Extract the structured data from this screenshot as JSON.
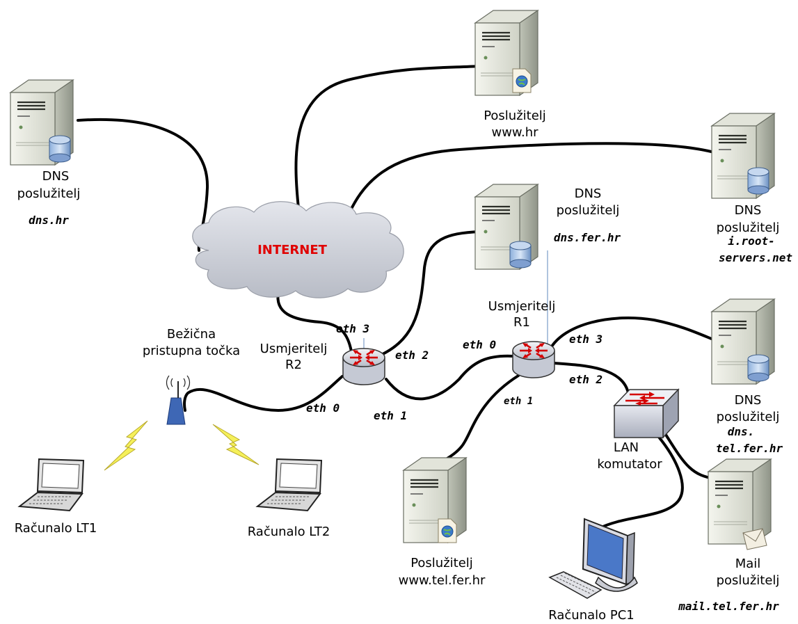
{
  "nodes": {
    "dns_hr": {
      "line1": "DNS",
      "line2": "poslužitelj",
      "host": "dns.hr"
    },
    "www_hr": {
      "line1": "Poslužitelj",
      "line2": "www.hr"
    },
    "root": {
      "line1": "DNS",
      "line2": "poslužitelj",
      "host1": "i.root-",
      "host2": "servers.net"
    },
    "dns_fer": {
      "line1": "DNS",
      "line2": "poslužitelj",
      "host": "dns.fer.hr"
    },
    "internet": {
      "label": "INTERNET"
    },
    "r1": {
      "line1": "Usmjeritelj",
      "line2": "R1"
    },
    "r2": {
      "line1": "Usmjeritelj",
      "line2": "R2"
    },
    "ap": {
      "line1": "Bežična",
      "line2": "pristupna točka"
    },
    "dns_tel": {
      "line1": "DNS",
      "line2": "poslužitelj",
      "host1": "dns.",
      "host2": "tel.fer.hr"
    },
    "switch": {
      "line1": "LAN",
      "line2": "komutator"
    },
    "www_tel": {
      "line1": "Poslužitelj",
      "line2": "www.tel.fer.hr"
    },
    "mail": {
      "line1": "Mail",
      "line2": "poslužitelj",
      "host": "mail.tel.fer.hr"
    },
    "pc1": {
      "label": "Računalo PC1"
    },
    "lt1": {
      "label": "Računalo LT1"
    },
    "lt2": {
      "label": "Računalo LT2"
    }
  },
  "interfaces": {
    "r2_eth3": "eth 3",
    "r2_eth2": "eth 2",
    "r2_eth0": "eth 0",
    "r2_eth1": "eth 1",
    "r1_eth0": "eth 0",
    "r1_eth3": "eth 3",
    "r1_eth2": "eth 2",
    "r1_eth1": "eth 1"
  }
}
